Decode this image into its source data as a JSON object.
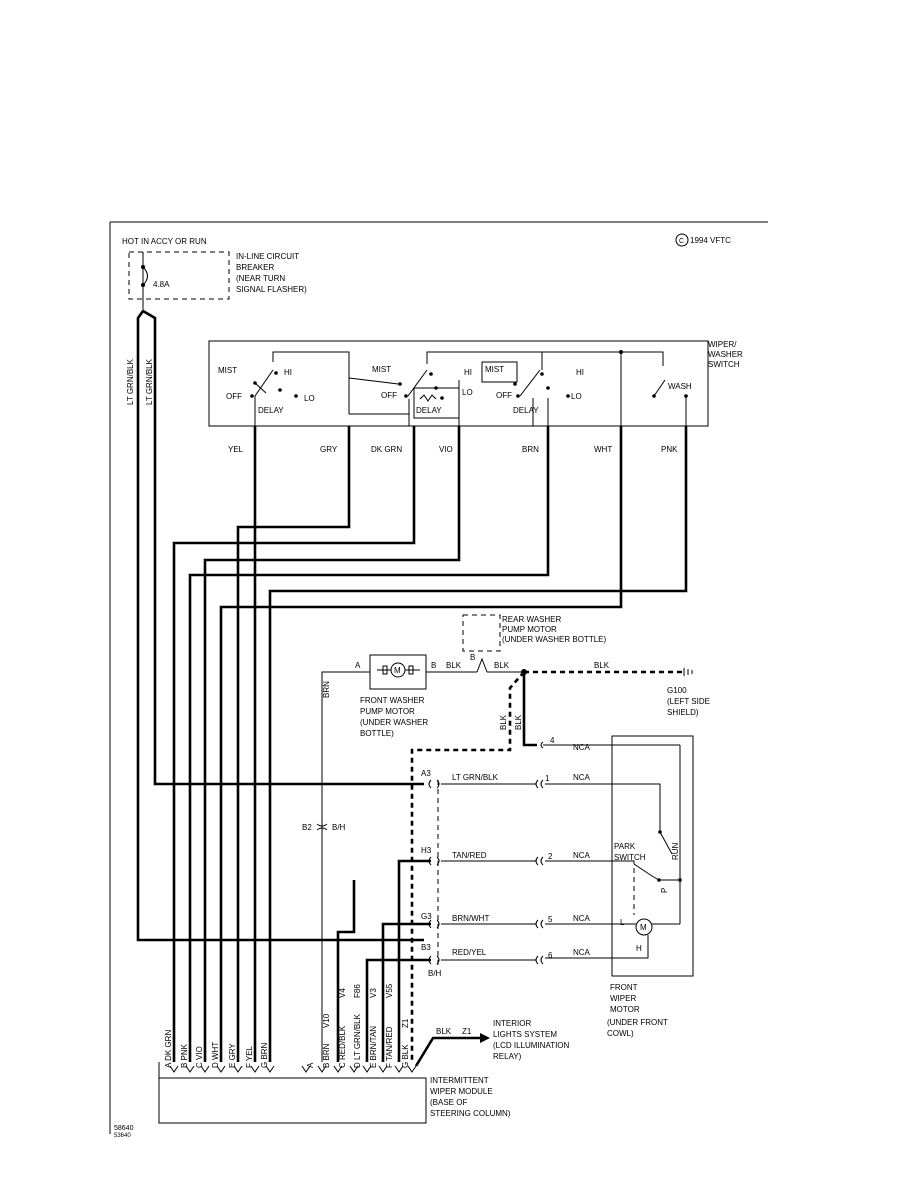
{
  "header": {
    "hot": "HOT IN ACCY OR RUN",
    "copyright": "1994 VFTC",
    "copyright_symbol": "C"
  },
  "breaker": {
    "label": [
      "IN-LINE CIRCUIT",
      "BREAKER",
      "(NEAR TURN",
      "SIGNAL FLASHER)"
    ],
    "rating": "4.8A"
  },
  "switch": {
    "title": [
      "WIPER/",
      "WASHER",
      "SWITCH"
    ],
    "mist": "MIST",
    "off": "OFF",
    "hi": "HI",
    "lo": "LO",
    "delay": "DELAY",
    "wash": "WASH"
  },
  "switch_wire_colors": [
    "YEL",
    "GRY",
    "DK GRN",
    "VIO",
    "BRN",
    "WHT",
    "PNK"
  ],
  "vertical_wires": [
    "LT GRN/BLK",
    "LT GRN/BLK"
  ],
  "rear_pump": [
    "REAR WASHER",
    "PUMP MOTOR",
    "(UNDER WASHER BOTTLE)"
  ],
  "front_pump": {
    "label": [
      "FRONT WASHER",
      "PUMP MOTOR",
      "(UNDER WASHER",
      "BOTTLE)"
    ],
    "motor": "M",
    "pin_a": "A",
    "pin_b": "B",
    "pin_b2": "B"
  },
  "ground": {
    "wire": [
      "BLK",
      "BLK",
      "BLK"
    ],
    "name": "G100",
    "location": [
      "(LEFT SIDE",
      "SHIELD)"
    ],
    "vertical_wire": [
      "BLK",
      "BLK"
    ]
  },
  "pump_wire": "BRN",
  "connector_b2": {
    "pin": "B2",
    "name": "B/H"
  },
  "motor_connector": {
    "pins": [
      "4",
      "1",
      "2",
      "5",
      "6"
    ],
    "nca": [
      "NCA",
      "NCA",
      "NCA",
      "NCA",
      "NCA"
    ]
  },
  "bh_connector": {
    "pins": [
      "A3",
      "H3",
      "G3",
      "B3"
    ],
    "wires": [
      "LT GRN/BLK",
      "TAN/RED",
      "BRN/WHT",
      "RED/YEL"
    ],
    "name": "B/H"
  },
  "front_motor": {
    "park": [
      "PARK",
      "SWITCH"
    ],
    "run": "RUN",
    "p": "P",
    "l": "L",
    "h": "H",
    "m": "M",
    "label": [
      "FRONT",
      "WIPER",
      "MOTOR"
    ],
    "location": [
      "(UNDER FRONT",
      "COWL)"
    ]
  },
  "module": {
    "label": [
      "INTERMITTENT",
      "WIPER MODULE",
      "(BASE OF",
      "STEERING COLUMN)"
    ],
    "left_pins": [
      "A  DK GRN",
      "B  PNK",
      "C  VIO",
      "D  WHT",
      "E  GRY",
      "F  YEL",
      "G  BRN"
    ],
    "right_pins": [
      "A",
      "B  BRN",
      "C  RED/BLK",
      "D  LT GRN/BLK",
      "E  BRN/TAN",
      "F  TAN/RED",
      "G  BLK"
    ],
    "circuits": [
      "V10",
      "V4",
      "F86",
      "V3",
      "V55",
      "Z1"
    ]
  },
  "interior": {
    "wire": "BLK",
    "circuit": "Z1",
    "label": [
      "INTERIOR",
      "LIGHTS SYSTEM",
      "(LCD ILLUMINATION",
      "RELAY)"
    ]
  },
  "figure_id": [
    "58640",
    "53640"
  ]
}
